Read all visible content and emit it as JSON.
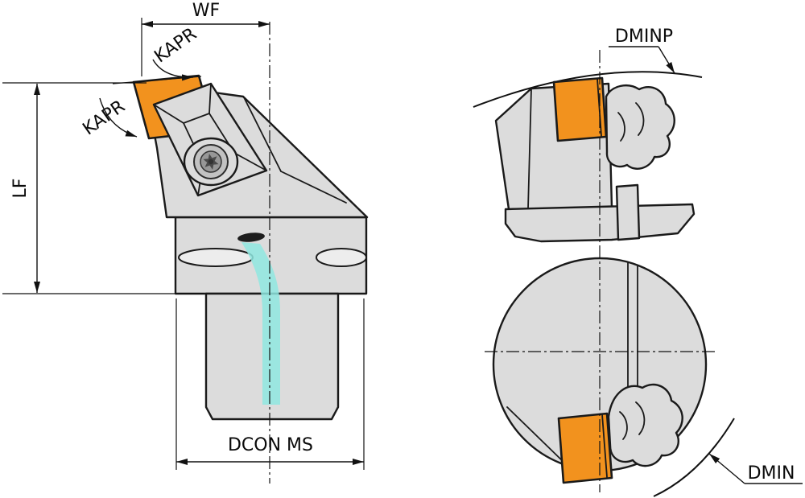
{
  "drawing": {
    "front_view": {
      "wf_label": "WF",
      "kapr_top_label": "KAPR",
      "kapr_side_label": "KAPR",
      "lf_label": "LF",
      "dcon_label": "DCON MS"
    },
    "top_view": {
      "dminp_label": "DMINP"
    },
    "end_view": {
      "dmin_label": "DMIN"
    },
    "colors": {
      "background": "#FFFFFF",
      "outline": "#1A1A1A",
      "dim_line": "#111111",
      "body_gray": "#DCDCDC",
      "body_gray_light": "#EDEDED",
      "insert_orange": "#F2921E",
      "coolant_cyan": "#8FE8E1",
      "screw_gray": "#C2C2C2",
      "screw_recess": "#4A4A4A"
    }
  }
}
